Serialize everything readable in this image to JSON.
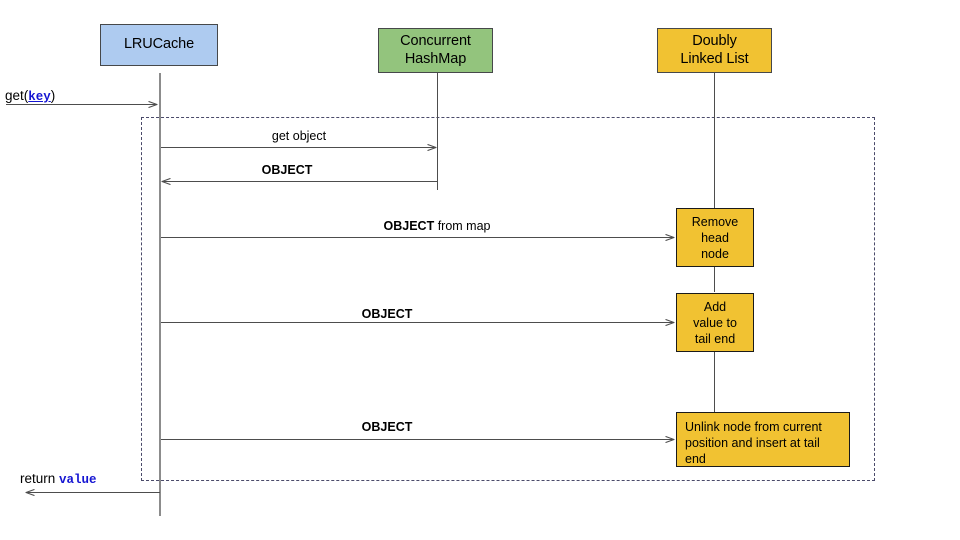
{
  "diagram": {
    "title": "LRUCache get(key) sequence diagram",
    "type": "sequence-diagram",
    "colors": {
      "lrucache_fill": "#aecbf0",
      "hashmap_fill": "#93c47d",
      "linkedlist_fill": "#f1c232",
      "lifeline": "#8c8c8c",
      "arrow": "#4d4d4d",
      "frame_dashed": "#4a4a6a",
      "code_text": "#1414d2"
    },
    "participants": [
      {
        "id": "lrucache",
        "label": "LRUCache",
        "fill": "#aecbf0"
      },
      {
        "id": "hashmap",
        "label": "Concurrent\nHashMap",
        "line1": "Concurrent",
        "line2": "HashMap",
        "fill": "#93c47d"
      },
      {
        "id": "linkedlist",
        "label": "Doubly\nLinked List",
        "line1": "Doubly",
        "line2": "Linked List",
        "fill": "#f1c232"
      }
    ],
    "entry_message": {
      "prefix": "get(",
      "param": "key",
      "suffix": ")"
    },
    "exit_message": {
      "prefix": "return ",
      "param": "value"
    },
    "messages": [
      {
        "id": "m1",
        "label": "get object",
        "bold_part": "",
        "plain_part": "get object",
        "from": "lrucache",
        "to": "hashmap",
        "direction": "right"
      },
      {
        "id": "m2",
        "label": "OBJECT",
        "bold_part": "OBJECT",
        "plain_part": "",
        "from": "hashmap",
        "to": "lrucache",
        "direction": "left"
      },
      {
        "id": "m3",
        "label": "OBJECT from map",
        "bold_part": "OBJECT",
        "plain_part": " from map",
        "from": "lrucache",
        "to": "linkedlist",
        "direction": "right"
      },
      {
        "id": "m4",
        "label": "OBJECT",
        "bold_part": "OBJECT",
        "plain_part": "",
        "from": "lrucache",
        "to": "linkedlist",
        "direction": "right"
      },
      {
        "id": "m5",
        "label": "OBJECT",
        "bold_part": "OBJECT",
        "plain_part": "",
        "from": "lrucache",
        "to": "linkedlist",
        "direction": "right"
      }
    ],
    "activations": [
      {
        "id": "a1",
        "lines": [
          "Remove",
          "head",
          "node"
        ],
        "text": "Remove head node",
        "align": "center"
      },
      {
        "id": "a2",
        "lines": [
          "Add",
          "value to",
          "tail end"
        ],
        "text": "Add value to tail end",
        "align": "center"
      },
      {
        "id": "a3",
        "lines": [
          "Unlink node from current position and insert at tail end"
        ],
        "text": "Unlink node from current position and insert at tail end",
        "align": "left"
      }
    ]
  }
}
